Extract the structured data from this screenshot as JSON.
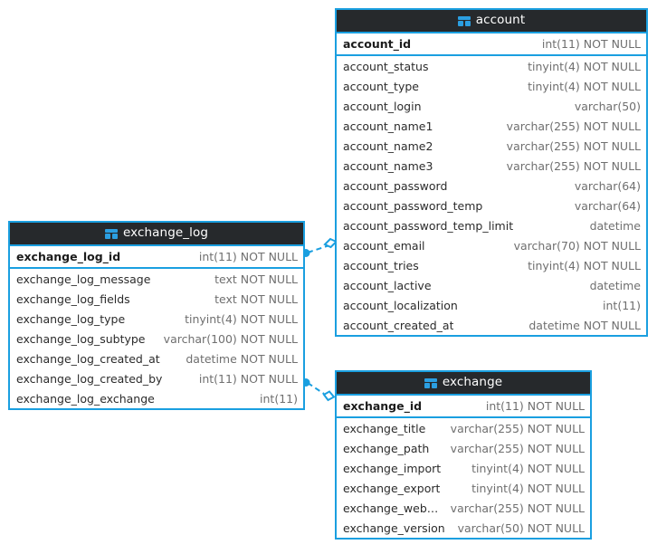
{
  "diagram": {
    "type": "entity-relationship-diagram",
    "background_color": "#ffffff",
    "accent_color": "#1a9fe0",
    "header_color": "#26292c",
    "type_text_color": "#6f6f6f"
  },
  "entities": [
    {
      "id": "account",
      "title": "account",
      "icon": "table-icon",
      "columns": [
        {
          "name": "account_id",
          "type": "int(11) NOT NULL",
          "primary_key": true
        },
        {
          "name": "account_status",
          "type": "tinyint(4) NOT NULL",
          "primary_key": false
        },
        {
          "name": "account_type",
          "type": "tinyint(4) NOT NULL",
          "primary_key": false
        },
        {
          "name": "account_login",
          "type": "varchar(50)",
          "primary_key": false
        },
        {
          "name": "account_name1",
          "type": "varchar(255) NOT NULL",
          "primary_key": false
        },
        {
          "name": "account_name2",
          "type": "varchar(255) NOT NULL",
          "primary_key": false
        },
        {
          "name": "account_name3",
          "type": "varchar(255) NOT NULL",
          "primary_key": false
        },
        {
          "name": "account_password",
          "type": "varchar(64)",
          "primary_key": false
        },
        {
          "name": "account_password_temp",
          "type": "varchar(64)",
          "primary_key": false
        },
        {
          "name": "account_password_temp_limit",
          "type": "datetime",
          "primary_key": false
        },
        {
          "name": "account_email",
          "type": "varchar(70) NOT NULL",
          "primary_key": false
        },
        {
          "name": "account_tries",
          "type": "tinyint(4) NOT NULL",
          "primary_key": false
        },
        {
          "name": "account_lactive",
          "type": "datetime",
          "primary_key": false
        },
        {
          "name": "account_localization",
          "type": "int(11)",
          "primary_key": false
        },
        {
          "name": "account_created_at",
          "type": "datetime NOT NULL",
          "primary_key": false
        }
      ]
    },
    {
      "id": "exchange_log",
      "title": "exchange_log",
      "icon": "table-icon",
      "columns": [
        {
          "name": "exchange_log_id",
          "type": "int(11) NOT NULL",
          "primary_key": true
        },
        {
          "name": "exchange_log_message",
          "type": "text NOT NULL",
          "primary_key": false
        },
        {
          "name": "exchange_log_fields",
          "type": "text NOT NULL",
          "primary_key": false
        },
        {
          "name": "exchange_log_type",
          "type": "tinyint(4) NOT NULL",
          "primary_key": false
        },
        {
          "name": "exchange_log_subtype",
          "type": "varchar(100) NOT NULL",
          "primary_key": false
        },
        {
          "name": "exchange_log_created_at",
          "type": "datetime NOT NULL",
          "primary_key": false
        },
        {
          "name": "exchange_log_created_by",
          "type": "int(11) NOT NULL",
          "primary_key": false
        },
        {
          "name": "exchange_log_exchange",
          "type": "int(11)",
          "primary_key": false
        }
      ]
    },
    {
      "id": "exchange",
      "title": "exchange",
      "icon": "table-icon",
      "columns": [
        {
          "name": "exchange_id",
          "type": "int(11) NOT NULL",
          "primary_key": true
        },
        {
          "name": "exchange_title",
          "type": "varchar(255) NOT NULL",
          "primary_key": false
        },
        {
          "name": "exchange_path",
          "type": "varchar(255) NOT NULL",
          "primary_key": false
        },
        {
          "name": "exchange_import",
          "type": "tinyint(4) NOT NULL",
          "primary_key": false
        },
        {
          "name": "exchange_export",
          "type": "tinyint(4) NOT NULL",
          "primary_key": false
        },
        {
          "name": "exchange_website",
          "type": "varchar(255) NOT NULL",
          "primary_key": false
        },
        {
          "name": "exchange_version",
          "type": "varchar(50) NOT NULL",
          "primary_key": false
        }
      ]
    }
  ],
  "relationships": [
    {
      "id": "rel-exchange-log-to-account",
      "from_entity": "exchange_log",
      "from_column": "exchange_log_id",
      "to_entity": "account",
      "to_column": "account_password_temp_limit",
      "style": "dashed",
      "source_marker": "filled-dot",
      "target_marker": "hollow-diamond",
      "color": "#1a9fe0"
    },
    {
      "id": "rel-exchange-log-to-exchange",
      "from_entity": "exchange_log",
      "from_column": "exchange_log_created_by",
      "to_entity": "exchange",
      "to_column": "exchange_id",
      "style": "dashed",
      "source_marker": "filled-dot",
      "target_marker": "hollow-diamond",
      "color": "#1a9fe0"
    }
  ]
}
